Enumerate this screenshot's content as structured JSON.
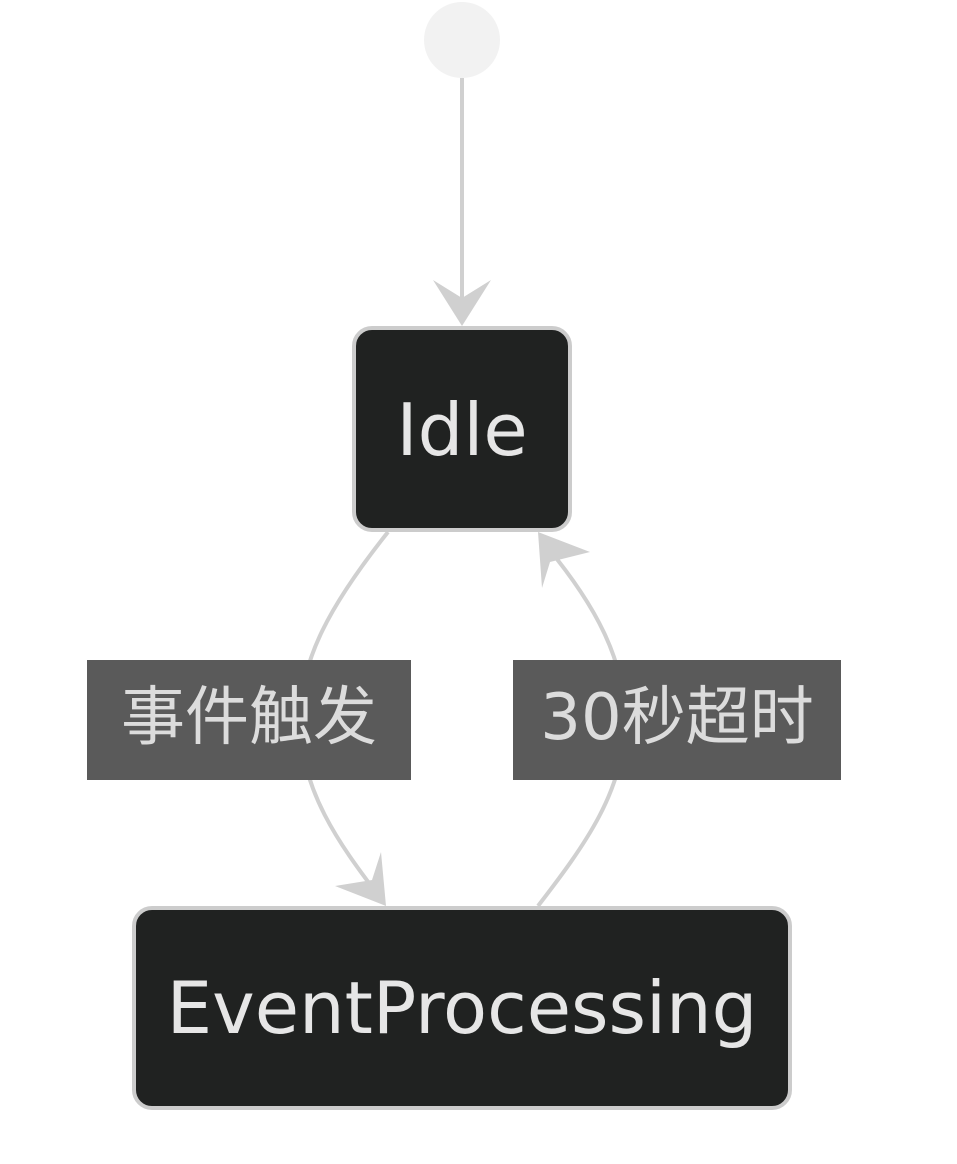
{
  "states": {
    "idle": {
      "label": "Idle"
    },
    "event_processing": {
      "label": "EventProcessing"
    }
  },
  "transitions": {
    "idle_to_event": {
      "label": "事件触发"
    },
    "event_to_idle": {
      "label": "30秒超时"
    }
  },
  "colors": {
    "background": "#ffffff",
    "state_fill": "#202221",
    "state_stroke": "#cccccc",
    "edge": "#d0d0d0",
    "edge_label_bg": "#5a5a5a",
    "start_node": "#f2f2f2"
  }
}
